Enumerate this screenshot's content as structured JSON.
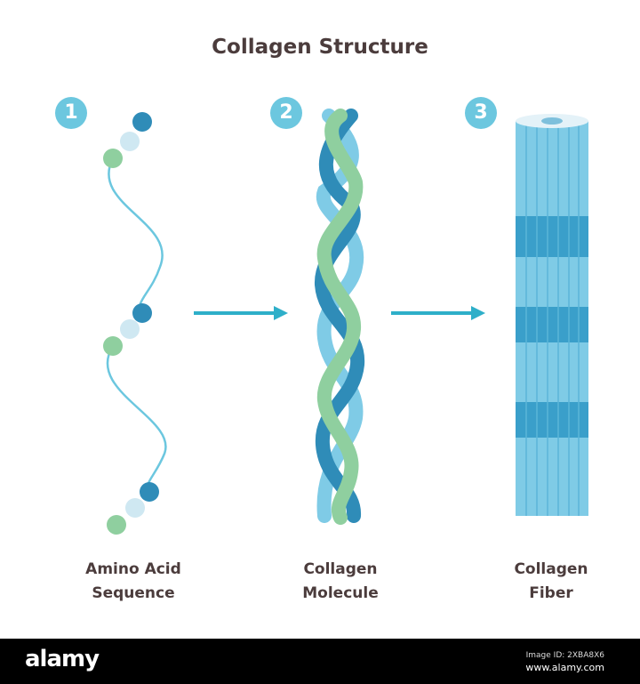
{
  "title": "Collagen Structure",
  "steps": [
    {
      "number": "1",
      "label_line1": "Amino Acid",
      "label_line2": "Sequence"
    },
    {
      "number": "2",
      "label_line1": "Collagen",
      "label_line2": "Molecule"
    },
    {
      "number": "3",
      "label_line1": "Collagen",
      "label_line2": "Fiber"
    }
  ],
  "colors": {
    "accent": "#6cc7df",
    "arrow": "#2eafc9",
    "dark_blue": "#2f8cb8",
    "green": "#8fcf9f",
    "light_blue": "#7fcbe6"
  },
  "footer": {
    "logo": "alamy",
    "image_id": "Image ID: 2XBA8X6",
    "url": "www.alamy.com"
  }
}
